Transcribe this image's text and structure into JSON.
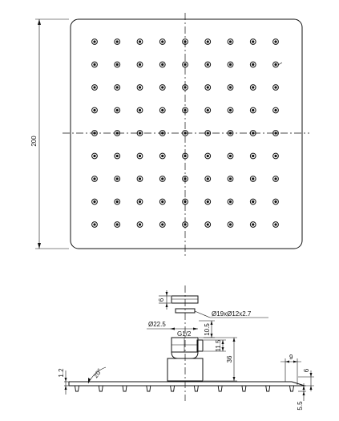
{
  "top_view": {
    "height_dimension": "200",
    "nozzle_grid": {
      "rows": 9,
      "cols": 9
    }
  },
  "side_view": {
    "nut_height": "6",
    "washer_spec": "Ø19xØ12x2.7",
    "nut_diameter": "Ø22.5",
    "thread": "G1/2",
    "thread_length": "10.5",
    "ball_height": "11.5",
    "connector_height": "36",
    "edge_offset": "9",
    "edge_height": "6",
    "plate_thickness": "1.2",
    "angle": "20°",
    "nozzle_height": "5.5"
  }
}
